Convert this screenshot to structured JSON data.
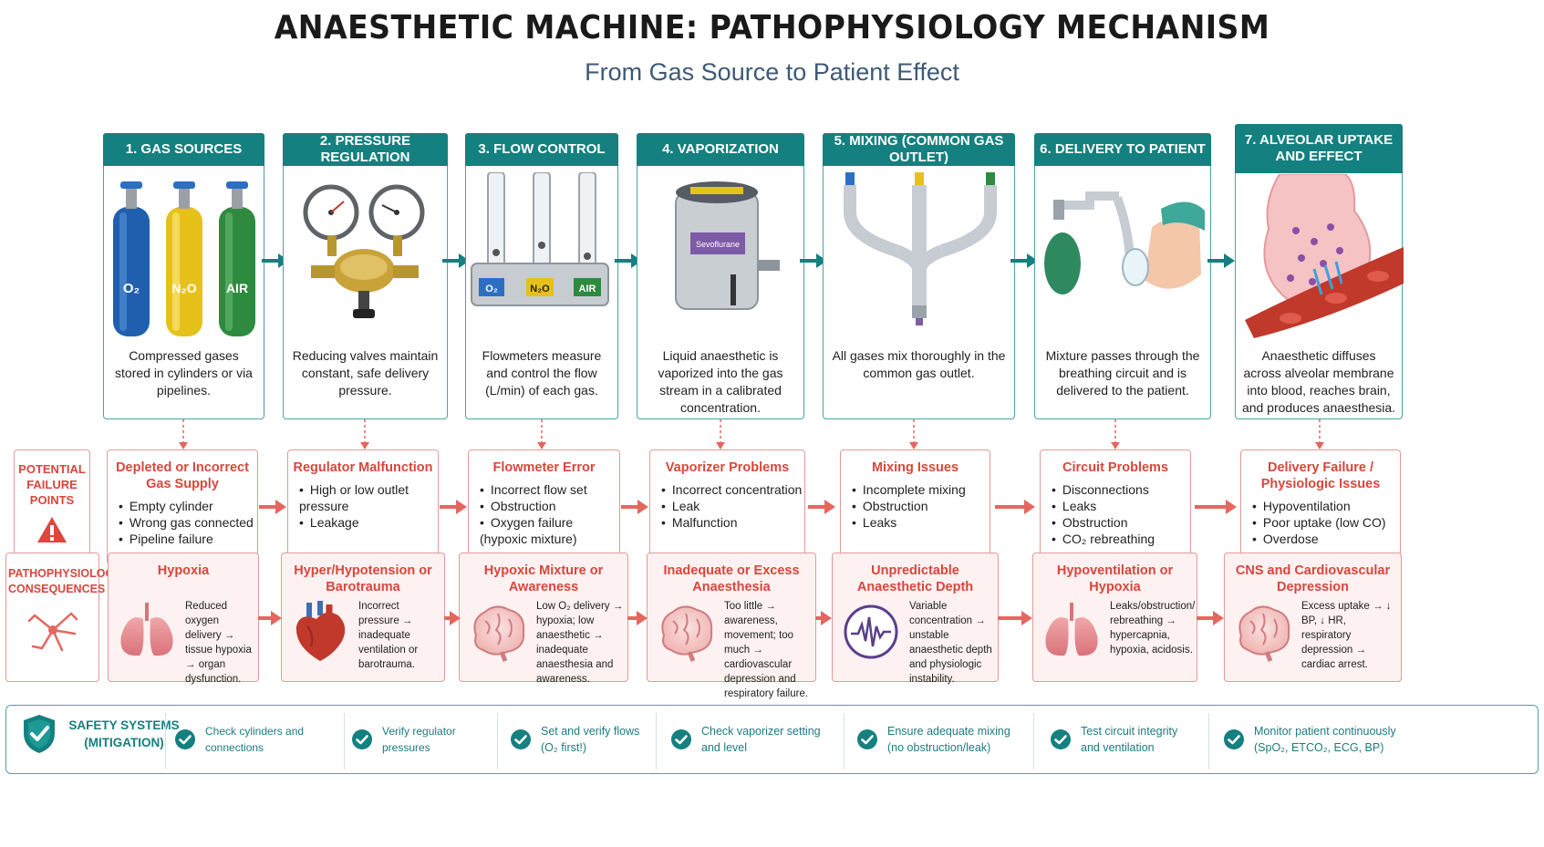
{
  "title": "ANAESTHETIC MACHINE: PATHOPHYSIOLOGY MECHANISM",
  "subtitle": "From Gas Source to Patient Effect",
  "colors": {
    "teal": "#14807f",
    "red": "#d9463c",
    "pink_bg": "#fdf1f1"
  },
  "stages": [
    {
      "title": "1. GAS SOURCES",
      "desc": "Compressed gases stored in cylinders or via pipelines.",
      "icon": "gas-cylinders-icon",
      "labels": {
        "o2": "O₂",
        "n2o": "N₂O",
        "air": "AIR"
      }
    },
    {
      "title": "2. PRESSURE REGULATION",
      "desc": "Reducing valves maintain constant, safe delivery pressure.",
      "icon": "pressure-regulator-icon"
    },
    {
      "title": "3. FLOW CONTROL",
      "desc": "Flowmeters measure and control the flow (L/min) of each gas.",
      "icon": "flowmeter-icon",
      "labels": {
        "o2": "O₂",
        "n2o": "N₂O",
        "air": "AIR"
      }
    },
    {
      "title": "4. VAPORIZATION",
      "desc": "Liquid anaesthetic is vaporized into the gas stream in a calibrated concentration.",
      "icon": "vaporizer-icon",
      "labels": {
        "agent": "Sevoflurane"
      }
    },
    {
      "title": "5. MIXING (COMMON GAS OUTLET)",
      "desc": "All gases mix thoroughly in the common gas outlet.",
      "icon": "gas-outlet-icon"
    },
    {
      "title": "6. DELIVERY TO PATIENT",
      "desc": "Mixture passes through the breathing circuit and is delivered to the patient.",
      "icon": "patient-mask-icon"
    },
    {
      "title": "7. ALVEOLAR UPTAKE AND EFFECT",
      "desc": "Anaesthetic diffuses across alveolar membrane into blood, reaches brain, and produces anaesthesia.",
      "icon": "alveolus-icon"
    }
  ],
  "failure_label": "POTENTIAL FAILURE POINTS",
  "failures": [
    {
      "title": "Depleted or Incorrect Gas Supply",
      "items": [
        "Empty cylinder",
        "Wrong gas connected",
        "Pipeline failure"
      ]
    },
    {
      "title": "Regulator Malfunction",
      "items": [
        "High or low outlet pressure",
        "Leakage"
      ]
    },
    {
      "title": "Flowmeter Error",
      "items": [
        "Incorrect flow set",
        "Obstruction",
        "Oxygen failure (hypoxic mixture)"
      ]
    },
    {
      "title": "Vaporizer Problems",
      "items": [
        "Incorrect concentration",
        "Leak",
        "Malfunction"
      ]
    },
    {
      "title": "Mixing Issues",
      "items": [
        "Incomplete mixing",
        "Obstruction",
        "Leaks"
      ]
    },
    {
      "title": "Circuit Problems",
      "items": [
        "Disconnections",
        "Leaks",
        "Obstruction",
        "CO₂ rebreathing"
      ]
    },
    {
      "title": "Delivery Failure / Physiologic Issues",
      "items": [
        "Hypoventilation",
        "Poor uptake (low CO)",
        "Overdose"
      ]
    }
  ],
  "consequence_label": "PATHOPHYSIOLOGIC CONSEQUENCES",
  "consequences": [
    {
      "title": "Hypoxia",
      "text": "Reduced oxygen delivery → tissue hypoxia → organ dysfunction.",
      "icon": "lungs-icon"
    },
    {
      "title": "Hyper/Hypotension or Barotrauma",
      "text": "Incorrect pressure → inadequate ventilation or barotrauma.",
      "icon": "heart-icon"
    },
    {
      "title": "Hypoxic Mixture or Awareness",
      "text": "Low O₂ delivery → hypoxia; low anaesthetic → inadequate anaesthesia and awareness.",
      "icon": "brain-icon"
    },
    {
      "title": "Inadequate or Excess Anaesthesia",
      "text": "Too little → awareness, movement; too much → cardiovascular depression and respiratory failure.",
      "icon": "brain-icon"
    },
    {
      "title": "Unpredictable Anaesthetic Depth",
      "text": "Variable concentration → unstable anaesthetic depth and physiologic instability.",
      "icon": "waveform-icon"
    },
    {
      "title": "Hypoventilation or Hypoxia",
      "text": "Leaks/obstruction/ rebreathing → hypercapnia, hypoxia, acidosis.",
      "icon": "lungs-icon"
    },
    {
      "title": "CNS and Cardiovascular Depression",
      "text": "Excess uptake → ↓ BP, ↓ HR, respiratory depression → cardiac arrest.",
      "icon": "brain-icon"
    }
  ],
  "safety": {
    "label": "SAFETY SYSTEMS (MITIGATION)",
    "items": [
      "Check cylinders and connections",
      "Verify regulator pressures",
      "Set and verify flows (O₂ first!)",
      "Check vaporizer setting and level",
      "Ensure adequate mixing (no obstruction/leak)",
      "Test circuit integrity and ventilation",
      "Monitor patient continuously (SpO₂, ETCO₂, ECG, BP)"
    ]
  }
}
